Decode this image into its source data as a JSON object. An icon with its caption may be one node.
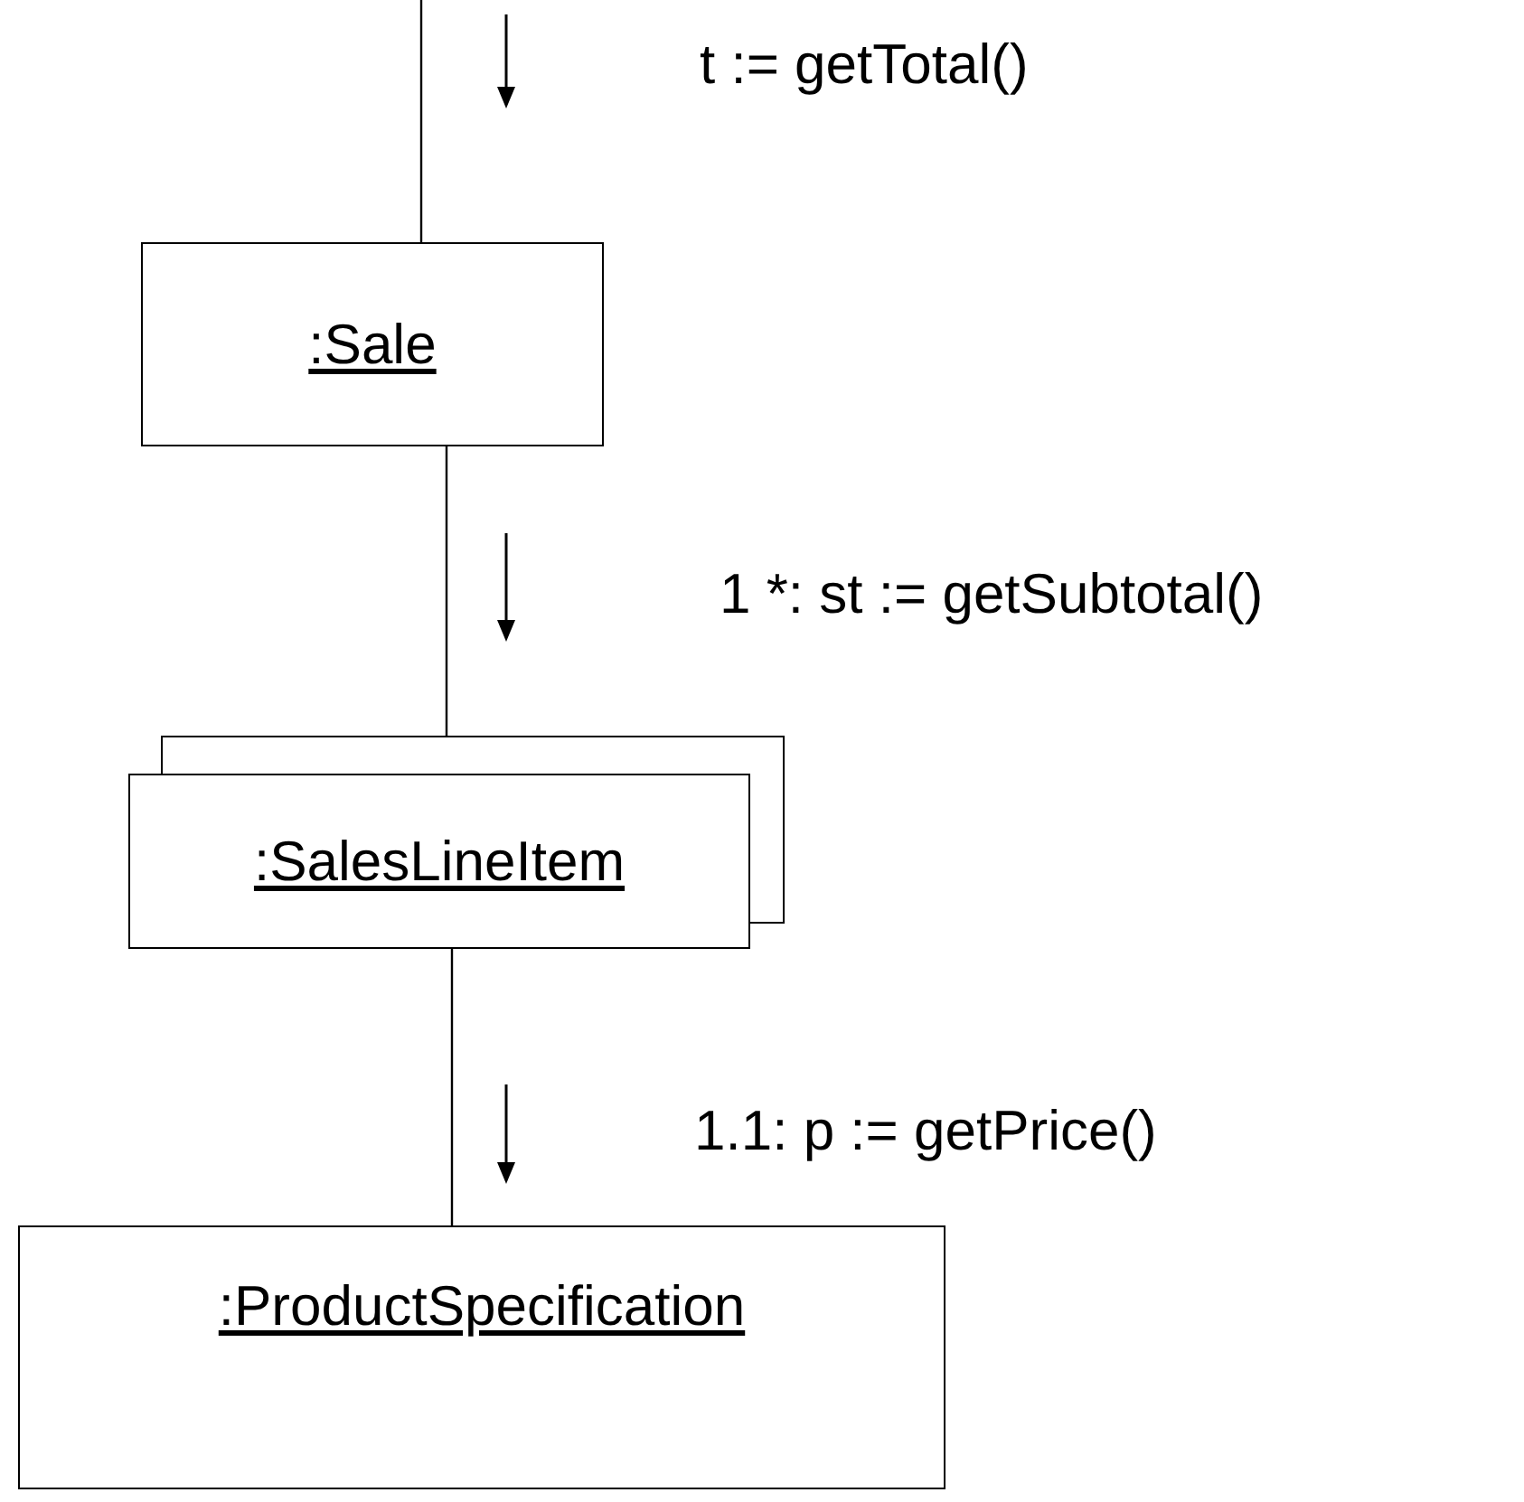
{
  "diagram": {
    "nodes": [
      {
        "text": [
          ":Sale"
        ]
      },
      {
        "text": [
          ":SalesLineItem"
        ]
      },
      {
        "text": [
          ":ProductSpecification"
        ]
      }
    ],
    "edges": [
      {
        "from": null,
        "to": 0,
        "arrow": "none",
        "label": "t := getTotal()"
      },
      {
        "from": 0,
        "to": 1,
        "arrow": "none",
        "label": "1 *: st := getSubtotal()"
      },
      {
        "from": 1,
        "to": 2,
        "arrow": "none",
        "label": "1.1: p := getPrice()"
      }
    ]
  }
}
